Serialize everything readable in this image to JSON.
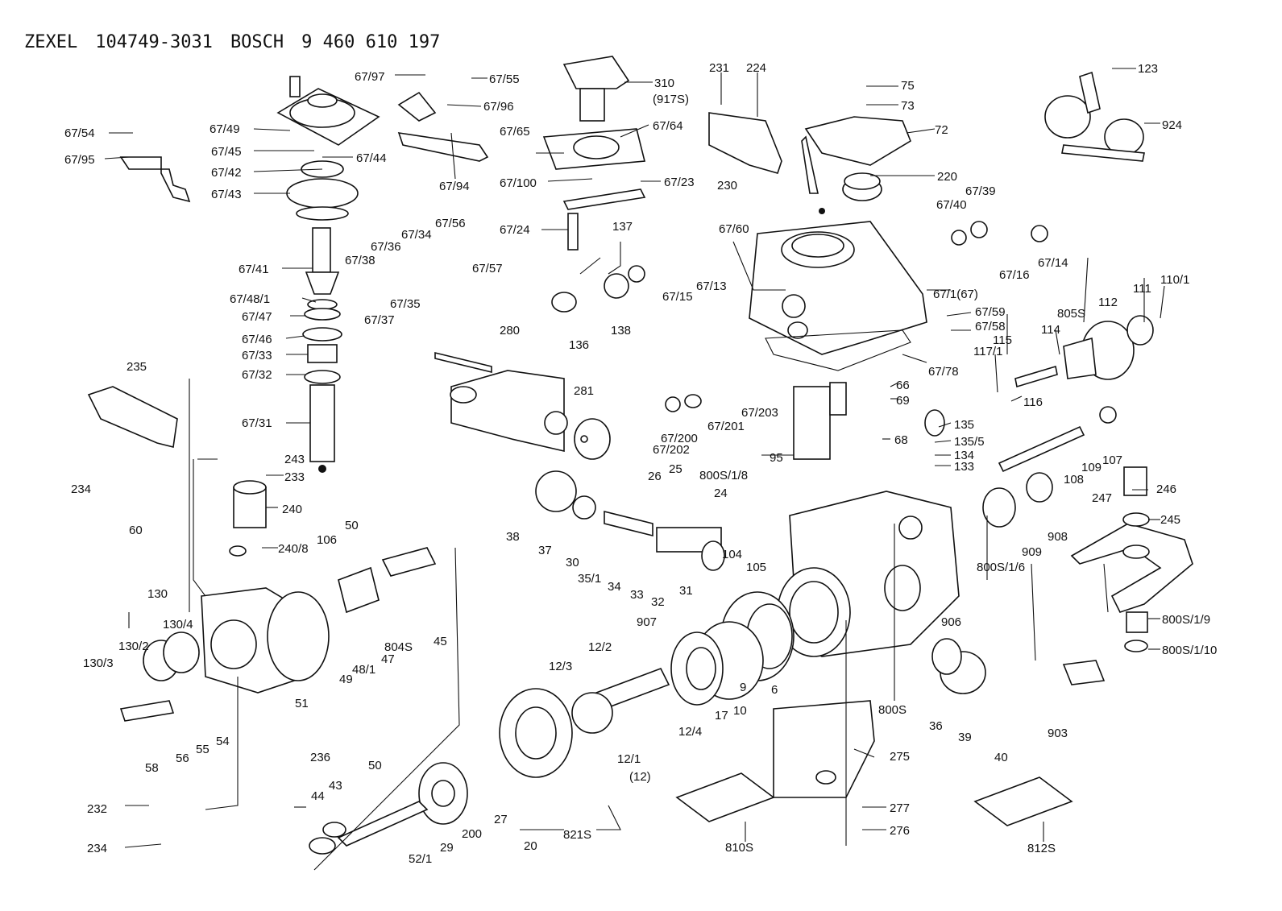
{
  "header": {
    "maker1": "ZEXEL",
    "number1": "104749-3031",
    "maker2": "BOSCH",
    "number2": "9 460 610 197"
  },
  "labels": [
    "67/97",
    "67/55",
    "67/96",
    "67/54",
    "67/95",
    "67/49",
    "67/45",
    "67/44",
    "67/42",
    "67/43",
    "67/94",
    "310",
    "(917S)",
    "67/65",
    "67/64",
    "67/100",
    "67/23",
    "67/24",
    "231",
    "224",
    "230",
    "75",
    "73",
    "72",
    "220",
    "123",
    "924",
    "67/41",
    "67/48/1",
    "67/47",
    "67/46",
    "67/33",
    "67/32",
    "67/31",
    "67/38",
    "67/36",
    "67/34",
    "67/56",
    "67/57",
    "67/37",
    "67/35",
    "137",
    "136",
    "138",
    "67/60",
    "67/15",
    "67/13",
    "67/40",
    "67/39",
    "67/16",
    "67/14",
    "67/1(67)",
    "67/59",
    "67/58",
    "67/78",
    "805S",
    "112",
    "111",
    "110/1",
    "114",
    "115",
    "117/1",
    "116",
    "235",
    "234",
    "243",
    "233",
    "240",
    "240/8",
    "280",
    "281",
    "67/202",
    "67/200",
    "67/201",
    "67/203",
    "66",
    "69",
    "68",
    "95",
    "135",
    "135/5",
    "134",
    "133",
    "109",
    "107",
    "108",
    "800S/1/8",
    "26",
    "25",
    "24",
    "38",
    "37",
    "30",
    "35/1",
    "34",
    "33",
    "32",
    "31",
    "104",
    "105",
    "800S/1/6",
    "909",
    "908",
    "246",
    "247",
    "245",
    "60",
    "106",
    "50",
    "130",
    "130/4",
    "130/2",
    "130/3",
    "49",
    "48/1",
    "47",
    "804S",
    "45",
    "58",
    "56",
    "55",
    "54",
    "51",
    "906",
    "800S/1/9",
    "800S/1/10",
    "907",
    "12/2",
    "12/3",
    "6",
    "9",
    "10",
    "17",
    "12/4",
    "12/1",
    "(12)",
    "236",
    "800S",
    "36",
    "39",
    "40",
    "903",
    "44",
    "43",
    "50",
    "29",
    "52/1",
    "200",
    "27",
    "20",
    "821S",
    "232",
    "234",
    "275",
    "277",
    "276",
    "810S",
    "812S"
  ]
}
